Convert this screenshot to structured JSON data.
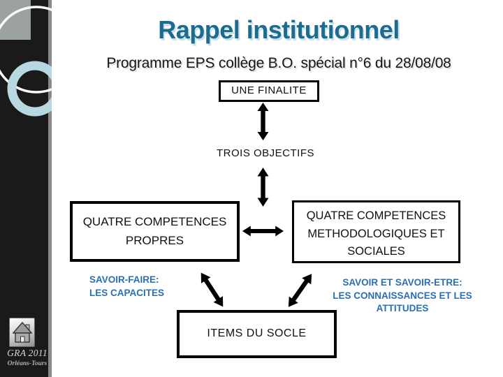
{
  "slide": {
    "title": "Rappel institutionnel",
    "subtitle": "Programme EPS collège B.O. spécial n°6 du 28/08/08"
  },
  "diagram": {
    "finalite": "UNE FINALITE",
    "objectifs": "TROIS OBJECTIFS",
    "competences_propres": "QUATRE COMPETENCES\nPROPRES",
    "competences_methodologiques": "QUATRE COMPETENCES\nMETHODOLOGIQUES ET\nSOCIALES",
    "savoir_faire": "SAVOIR-FAIRE:\nLES CAPACITES",
    "savoir_etre": "SAVOIR ET SAVOIR-ETRE:\nLES CONNAISSANCES ET LES\nATTITUDES",
    "items_socle": "ITEMS DU SOCLE"
  },
  "footer": {
    "credit": "GRA 2011",
    "region": "Orléans-Tours"
  },
  "icons": {
    "home": "home-icon",
    "double_arrow": "double-arrow-icon"
  },
  "colors": {
    "title_text": "#1e6b8e",
    "title_shadow": "#c9e2ec",
    "accent_blue": "#2a6fb0",
    "sidebar_bg": "#1a1a1a",
    "sidebar_edge": "#8a8a8a",
    "ring_blue": "#b7d8e0",
    "box_border": "#000000"
  }
}
